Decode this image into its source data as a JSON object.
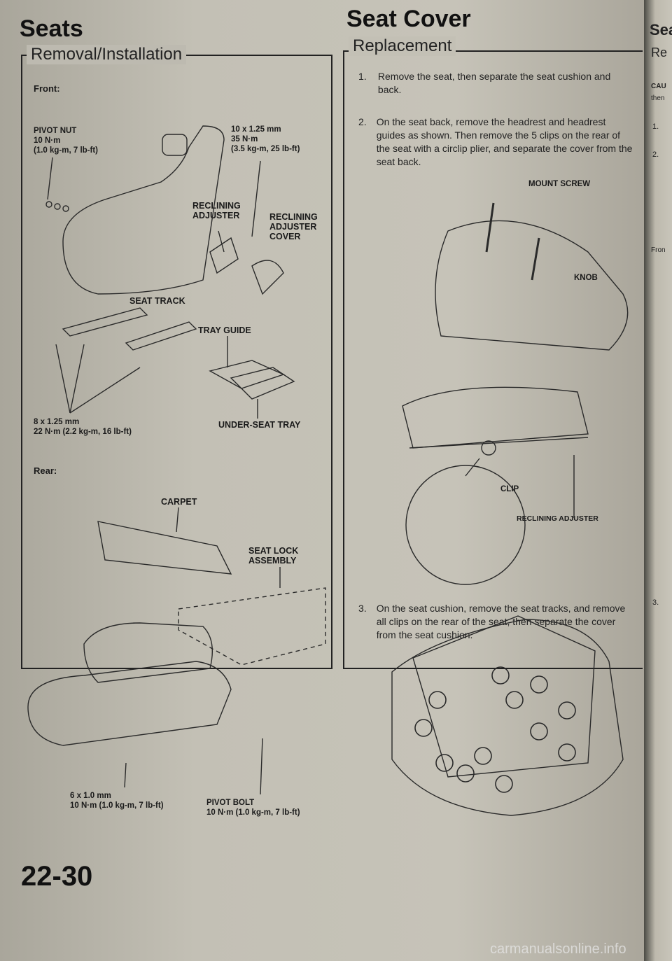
{
  "left": {
    "title": "Seats",
    "subtitle": "Removal/Installation",
    "front_label": "Front:",
    "rear_label": "Rear:",
    "callouts": {
      "pivot_nut": "PIVOT NUT\n10 N·m\n(1.0 kg-m, 7 lb-ft)",
      "bolt_10": "10 x 1.25 mm\n35 N·m\n(3.5 kg-m, 25 lb-ft)",
      "reclining_adjuster": "RECLINING\nADJUSTER",
      "reclining_cover": "RECLINING\nADJUSTER\nCOVER",
      "seat_track": "SEAT TRACK",
      "tray_guide": "TRAY GUIDE",
      "bolt_8": "8 x 1.25 mm\n22 N·m (2.2 kg-m, 16 lb-ft)",
      "under_tray": "UNDER-SEAT TRAY",
      "carpet": "CARPET",
      "seat_lock": "SEAT LOCK\nASSEMBLY",
      "bolt_6": "6 x 1.0 mm\n10 N·m (1.0 kg-m, 7 lb-ft)",
      "pivot_bolt": "PIVOT BOLT\n10 N·m (1.0 kg-m, 7 lb-ft)"
    }
  },
  "right": {
    "title": "Seat Cover",
    "subtitle": "Replacement",
    "steps": [
      {
        "n": "1.",
        "text": "Remove the seat, then separate the seat cushion and back."
      },
      {
        "n": "2.",
        "text": "On the seat back, remove the headrest and headrest guides as shown. Then remove the 5 clips on the rear of the seat with a circlip plier, and separate the cover from the seat back."
      },
      {
        "n": "3.",
        "text": "On the seat cushion, remove the seat tracks, and remove all clips on the rear of the seat, then separate the cover from the seat cushion."
      }
    ],
    "callouts": {
      "mount_screw": "MOUNT SCREW",
      "knob": "KNOB",
      "clip": "CLIP",
      "reclining_adjuster": "RECLINING ADJUSTER"
    }
  },
  "next_page": {
    "title": "Sea",
    "subtitle": "Re",
    "caution": "CAU",
    "then": "then",
    "n1": "1.",
    "n2": "2.",
    "front": "Fron",
    "n3": "3."
  },
  "page_number": "22-30",
  "watermark": "carmanualsonline.info"
}
